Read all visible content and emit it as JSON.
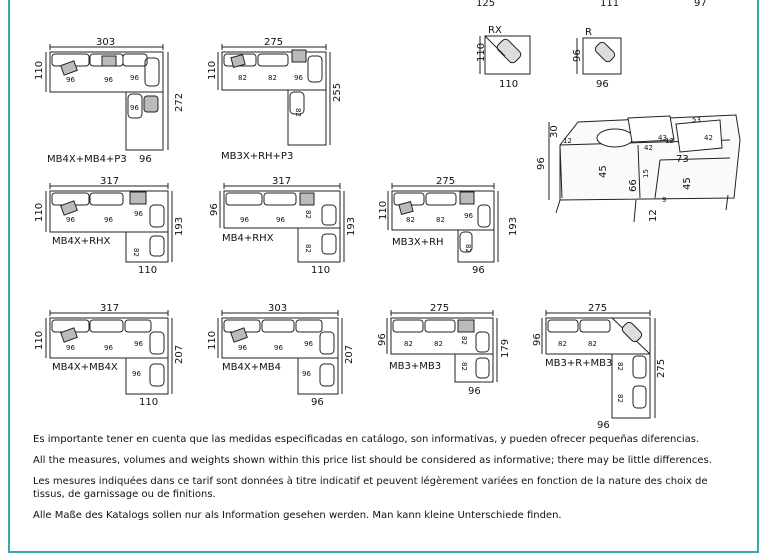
{
  "top_partial_numbers": [
    "125",
    "111",
    "97"
  ],
  "modules": [
    {
      "id": "rx",
      "code": "RX",
      "dims": [
        "110",
        "110"
      ]
    },
    {
      "id": "r",
      "code": "R",
      "dims": [
        "96",
        "96"
      ]
    }
  ],
  "side_view": {
    "dims": [
      "53",
      "12",
      "42",
      "30",
      "43",
      "42",
      "12",
      "73",
      "96",
      "45",
      "66",
      "15",
      "45",
      "9",
      "12"
    ]
  },
  "layouts": [
    {
      "id": "l1",
      "code": "MB4X+MB4+P3",
      "top": "303",
      "left": "110",
      "right": "272",
      "bottom": "96",
      "seats": [
        "96",
        "96",
        "96",
        "96"
      ]
    },
    {
      "id": "l2",
      "code": "MB3X+RH+P3",
      "top": "275",
      "left": "110",
      "right": "255",
      "seats": [
        "82",
        "82",
        "96",
        "82"
      ]
    },
    {
      "id": "l3",
      "code": "MB4X+RHX",
      "top": "317",
      "left": "110",
      "right": "193",
      "bottom": "110",
      "seats": [
        "96",
        "96",
        "96",
        "82"
      ]
    },
    {
      "id": "l4",
      "code": "MB4+RHX",
      "top": "317",
      "left": "96",
      "right": "193",
      "bottom": "110",
      "seats": [
        "96",
        "96",
        "82",
        "82"
      ]
    },
    {
      "id": "l5",
      "code": "MB3X+RH",
      "top": "275",
      "left": "110",
      "right": "193",
      "bottom": "96",
      "seats": [
        "82",
        "82",
        "96",
        "82"
      ]
    },
    {
      "id": "l6",
      "code": "MB4X+MB4X",
      "top": "317",
      "left": "110",
      "right": "207",
      "bottom": "110",
      "seats": [
        "96",
        "96",
        "96",
        "96"
      ]
    },
    {
      "id": "l7",
      "code": "MB4X+MB4",
      "top": "303",
      "left": "110",
      "right": "207",
      "bottom": "96",
      "seats": [
        "96",
        "96",
        "96",
        "96"
      ]
    },
    {
      "id": "l8",
      "code": "MB3+MB3",
      "top": "275",
      "left": "96",
      "right": "179",
      "bottom": "96",
      "seats": [
        "82",
        "82",
        "82",
        "82"
      ]
    },
    {
      "id": "l9",
      "code": "MB3+R+MB3",
      "top": "275",
      "left": "96",
      "right": "275",
      "bottom": "96",
      "seats": [
        "82",
        "82",
        "82",
        "82"
      ]
    }
  ],
  "notes": [
    "Es importante tener en cuenta que las medidas especificadas en catálogo, son informativas, y pueden ofrecer pequeñas diferencias.",
    "All the measures, volumes and weights shown within this price list should be considered as informative; there may be little differences.",
    "Les mesures indiquées dans ce tarif sont données à titre indicatif et peuvent légèrement variées en fonction de la nature des choix de tissus, de garnissage ou de finitions.",
    "Alle Maße des Katalogs sollen nur als Information gesehen werden. Man kann kleine Unterschiede finden."
  ]
}
